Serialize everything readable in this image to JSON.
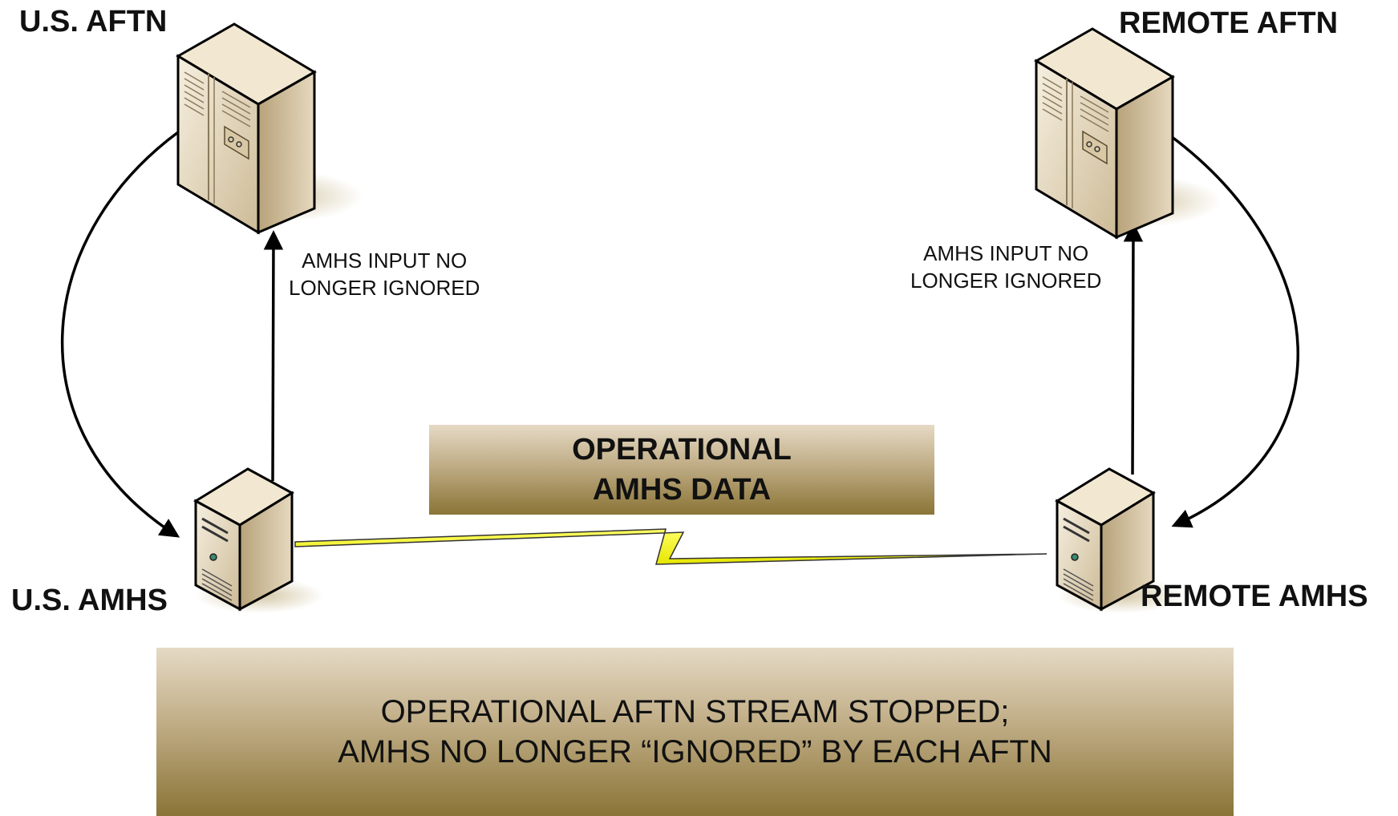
{
  "nodes": {
    "us_aftn": {
      "label": "U.S. AFTN",
      "icon": "tower-server-icon"
    },
    "remote_aftn": {
      "label": "REMOTE AFTN",
      "icon": "tower-server-icon"
    },
    "us_amhs": {
      "label": "U.S. AMHS",
      "icon": "server-icon"
    },
    "remote_amhs": {
      "label": "REMOTE AMHS",
      "icon": "server-icon"
    }
  },
  "links": {
    "us_input_note": [
      "AMHS INPUT NO",
      "LONGER IGNORED"
    ],
    "remote_input_note": [
      "AMHS INPUT NO",
      "LONGER IGNORED"
    ],
    "connection_icon": "lightning-bolt-icon",
    "connection_color": "#ffff33"
  },
  "data_box": {
    "lines": [
      "OPERATIONAL",
      "AMHS DATA"
    ]
  },
  "status_box": {
    "lines": [
      "OPERATIONAL AFTN STREAM STOPPED;",
      "AMHS NO LONGER “IGNORED” BY EACH AFTN"
    ]
  },
  "colors": {
    "banner_dark": "#8a7436",
    "banner_light": "#e6dac5",
    "server_body": "#e9dcc3"
  }
}
